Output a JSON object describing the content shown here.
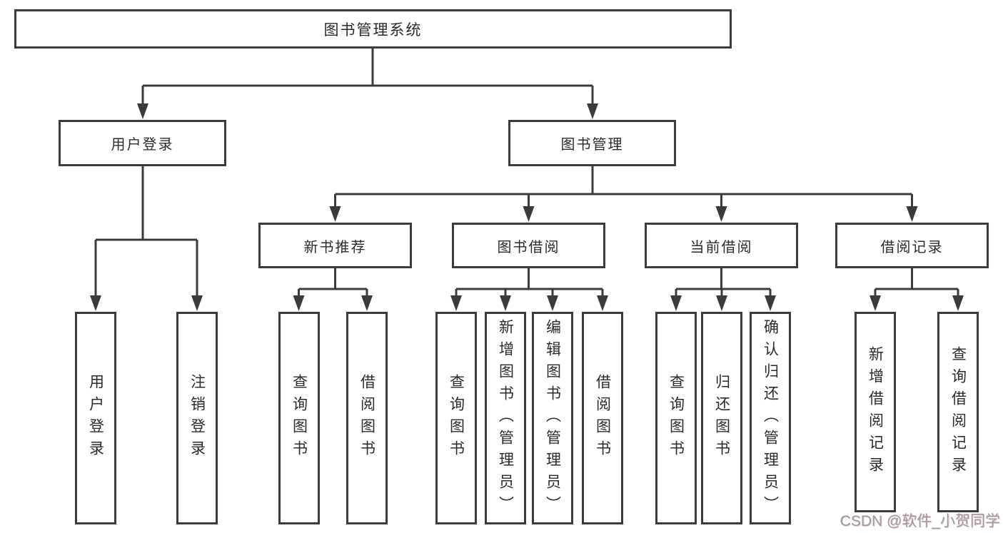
{
  "diagram": {
    "root": {
      "label": "图书管理系统"
    },
    "level2": [
      {
        "label": "用户登录",
        "children": [
          {
            "label": "用户登录"
          },
          {
            "label": "注销登录"
          }
        ]
      },
      {
        "label": "图书管理",
        "children": [
          {
            "label": "新书推荐",
            "children": [
              {
                "label": "查询图书"
              },
              {
                "label": "借阅图书"
              }
            ]
          },
          {
            "label": "图书借阅",
            "children": [
              {
                "label": "查询图书"
              },
              {
                "label": "新增图书（管理员）"
              },
              {
                "label": "编辑图书（管理员）"
              },
              {
                "label": "借阅图书"
              }
            ]
          },
          {
            "label": "当前借阅",
            "children": [
              {
                "label": "查询图书"
              },
              {
                "label": "归还图书"
              },
              {
                "label": "确认归还（管理员）"
              }
            ]
          },
          {
            "label": "借阅记录",
            "children": [
              {
                "label": "新增借阅记录"
              },
              {
                "label": "查询借阅记录"
              }
            ]
          }
        ]
      }
    ]
  },
  "watermark": {
    "text": "CSDN @软件_小贺同学"
  },
  "colors": {
    "line": "#3b3b3b",
    "text": "#2b2b2b",
    "background": "#ffffff",
    "watermark": "#9a9aa0"
  }
}
